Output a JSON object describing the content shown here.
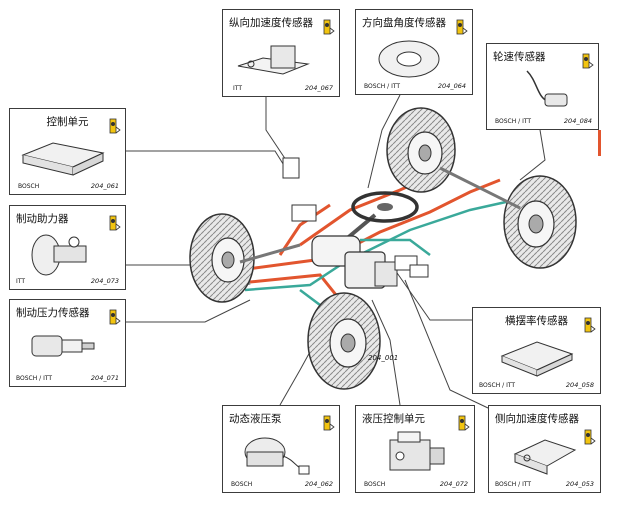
{
  "cards": {
    "longitudinal_accel_sensor": {
      "label": "纵向加速度传感器",
      "brand": "ITT",
      "code": "204_067"
    },
    "steering_angle_sensor": {
      "label": "方向盘角度传感器",
      "brand": "BOSCH / ITT",
      "code": "204_064"
    },
    "wheel_speed_sensor": {
      "label": "轮速传感器",
      "brand": "BOSCH / ITT",
      "code": "204_084"
    },
    "control_unit": {
      "label": "控制单元",
      "brand": "BOSCH",
      "code": "204_061"
    },
    "brake_booster": {
      "label": "制动助力器",
      "brand": "ITT",
      "code": "204_073"
    },
    "brake_pressure_sensor": {
      "label": "制动压力传感器",
      "brand": "BOSCH / ITT",
      "code": "204_071"
    },
    "yaw_rate_sensor": {
      "label": "横摆率传感器",
      "brand": "BOSCH / ITT",
      "code": "204_058"
    },
    "dynamic_hydraulic_pump": {
      "label": "动态液压泵",
      "brand": "BOSCH",
      "code": "204_062"
    },
    "hydraulic_control_unit": {
      "label": "液压控制单元",
      "brand": "BOSCH",
      "code": "204_072"
    },
    "lateral_accel_sensor": {
      "label": "侧向加速度传感器",
      "brand": "BOSCH / ITT",
      "code": "204_053"
    }
  },
  "main": {
    "code": "204_001"
  },
  "colors": {
    "brake_line": "#e2552e",
    "signal_line": "#3aa99a",
    "leader_line": "#444444",
    "badge": "#f2c40f"
  }
}
